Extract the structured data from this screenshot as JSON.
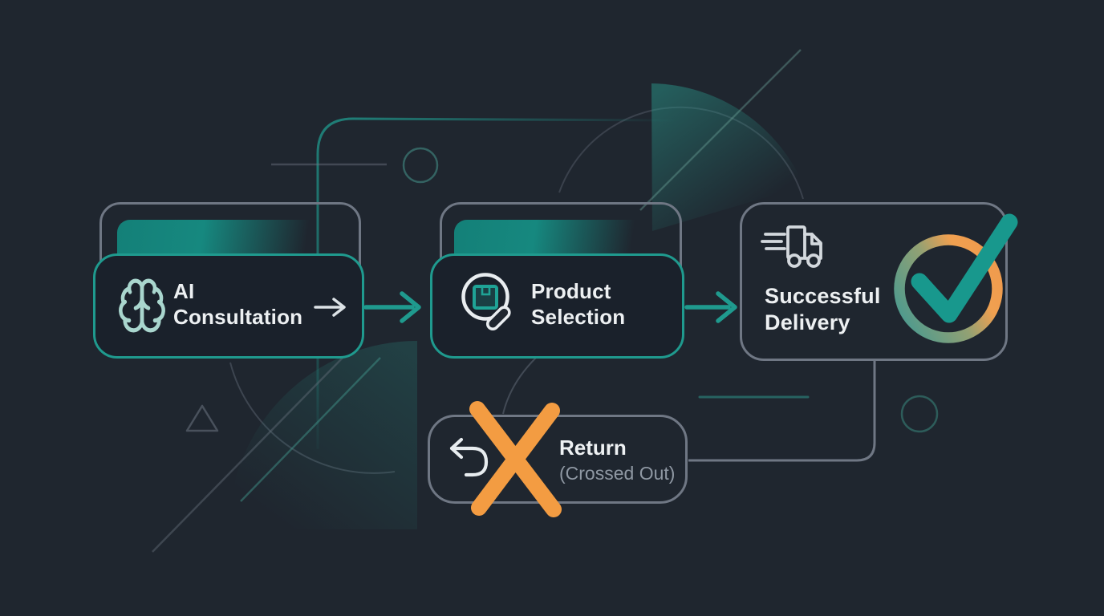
{
  "diagram": {
    "type": "flowchart",
    "steps": [
      {
        "name": "ai-consultation",
        "line1": "AI",
        "line2": "Consultation",
        "icon": "brain-icon"
      },
      {
        "name": "product-selection",
        "line1": "Product",
        "line2": "Selection",
        "icon": "search-package-icon"
      },
      {
        "name": "successful-delivery",
        "line1": "Successful",
        "line2": "Delivery",
        "icon": "delivery-truck-icon",
        "badge_icon": "check-circle-icon"
      }
    ],
    "return_node": {
      "name": "return",
      "label": "Return",
      "sublabel": "(Crossed Out)",
      "icon": "return-arrow-icon",
      "overlay_icon": "crossed-out-x-icon"
    },
    "connectors": [
      {
        "from": "ai-consultation",
        "to": "product-selection",
        "style": "teal-arrow"
      },
      {
        "from": "product-selection",
        "to": "successful-delivery",
        "style": "teal-arrow"
      },
      {
        "from": "successful-delivery",
        "to": "return",
        "style": "gray-elbow-line"
      }
    ]
  },
  "colors": {
    "background": "#1f262f",
    "card_fill": "#1a212b",
    "teal_accent": "#1f9a8e",
    "teal_tab": "#148078",
    "mint_icon": "#a9d6ce",
    "gray_border": "#6f7784",
    "text": "#edf0f2",
    "muted_text": "#8f98a3",
    "orange_x": "#f39c42",
    "check_teal": "#18988d",
    "ring_gradient": [
      "#4e9a8e",
      "#f0a050"
    ]
  }
}
